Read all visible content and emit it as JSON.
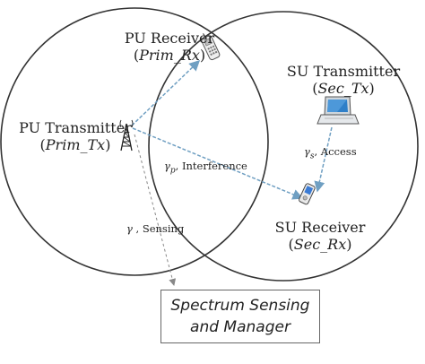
{
  "nodes": {
    "pu_receiver": {
      "name": "PU Receiver",
      "code": "Prim_Rx"
    },
    "pu_transmitter": {
      "name": "PU Transmitter",
      "code": "Prim_Tx"
    },
    "su_transmitter": {
      "name": "SU Transmitter",
      "code": "Sec_Tx"
    },
    "su_receiver": {
      "name": "SU Receiver",
      "code": "Sec_Rx"
    }
  },
  "links": {
    "interference": {
      "symbol": "γ",
      "subscript": "p",
      "text": ", Interference"
    },
    "access": {
      "symbol": "γ",
      "subscript": "s",
      "text": ", Access"
    },
    "sensing": {
      "symbol": "γ",
      "text": ", Sensing"
    }
  },
  "manager": {
    "line1": "Spectrum Sensing",
    "line2": "and Manager"
  },
  "colors": {
    "circle": "#333333",
    "arrow": "#6f9fc2",
    "sensing_line": "#888888"
  }
}
